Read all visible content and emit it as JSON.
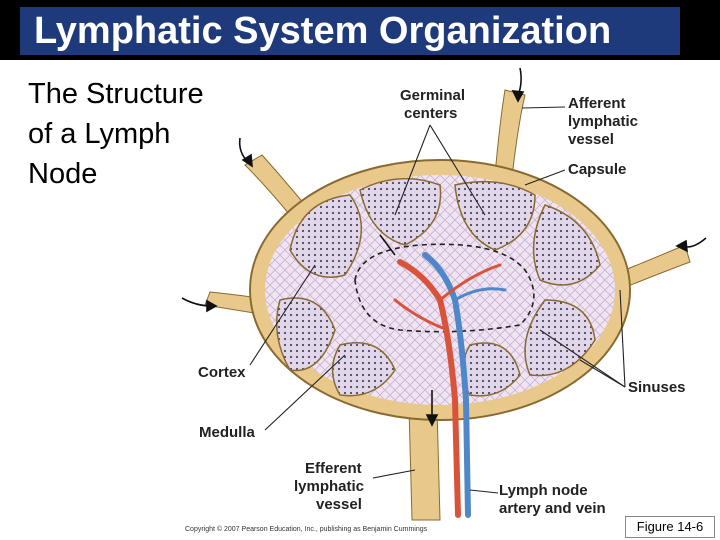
{
  "title": "Lymphatic System Organization",
  "subtitle_lines": [
    "The Structure",
    "of a Lymph",
    "Node"
  ],
  "labels": {
    "germinal_line1": "Germinal",
    "germinal_line2": "centers",
    "afferent_line1": "Afferent",
    "afferent_line2": "lymphatic",
    "afferent_line3": "vessel",
    "capsule": "Capsule",
    "cortex": "Cortex",
    "medulla": "Medulla",
    "sinuses": "Sinuses",
    "efferent_line1": "Efferent",
    "efferent_line2": "lymphatic",
    "efferent_line3": "vessel",
    "artery_line1": "Lymph node",
    "artery_line2": "artery and vein"
  },
  "copyright": "Copyright © 2007 Pearson Education, Inc., publishing as Benjamin Cummings",
  "figure_caption": "Figure 14-6",
  "colors": {
    "title_bg": "#1e3a7a",
    "capsule": "#e9c98b",
    "node_fill": "#dccfe4",
    "artery": "#d9533a",
    "vein": "#4f87c8"
  }
}
